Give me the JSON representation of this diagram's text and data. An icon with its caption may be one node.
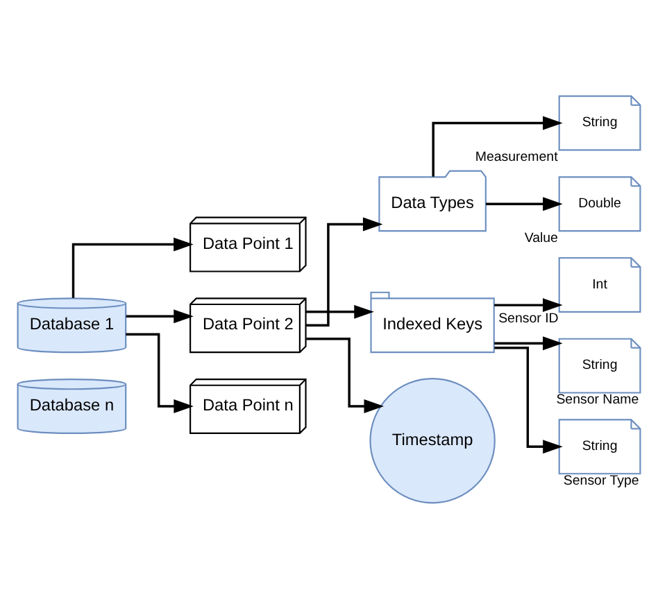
{
  "diagram": {
    "nodes": [
      {
        "text": [
          "Database 1"
        ]
      },
      {
        "text": [
          "Database n"
        ]
      },
      {
        "text": [
          "Data Point 1"
        ]
      },
      {
        "text": [
          "Data Point 2"
        ]
      },
      {
        "text": [
          "Data Point n"
        ]
      },
      {
        "text": [
          "Data Types"
        ]
      },
      {
        "text": [
          "Indexed Keys"
        ]
      },
      {
        "text": [
          "Timestamp"
        ]
      },
      {
        "text": [
          "String"
        ],
        "beside": [
          "Measurement"
        ]
      },
      {
        "text": [
          "Double"
        ],
        "beside": [
          "Value"
        ]
      },
      {
        "text": [
          "Int"
        ],
        "beside": [
          "Sensor ID"
        ]
      },
      {
        "text": [
          "String"
        ],
        "beside": [
          "Sensor Name"
        ]
      },
      {
        "text": [
          "String"
        ],
        "beside": [
          "Sensor Type"
        ]
      }
    ],
    "edges": [
      {
        "from": 0,
        "to": 2,
        "arrow": "to"
      },
      {
        "from": 0,
        "to": 3,
        "arrow": "to"
      },
      {
        "from": 0,
        "to": 4,
        "arrow": "to"
      },
      {
        "from": 3,
        "to": 5,
        "arrow": "to"
      },
      {
        "from": 3,
        "to": 6,
        "arrow": "to"
      },
      {
        "from": 3,
        "to": 7,
        "arrow": "to"
      },
      {
        "from": 5,
        "to": 8,
        "arrow": "to"
      },
      {
        "from": 5,
        "to": 9,
        "arrow": "to"
      },
      {
        "from": 6,
        "to": 10,
        "arrow": "to"
      },
      {
        "from": 6,
        "to": 11,
        "arrow": "to"
      },
      {
        "from": 6,
        "to": 12,
        "arrow": "to"
      }
    ]
  }
}
